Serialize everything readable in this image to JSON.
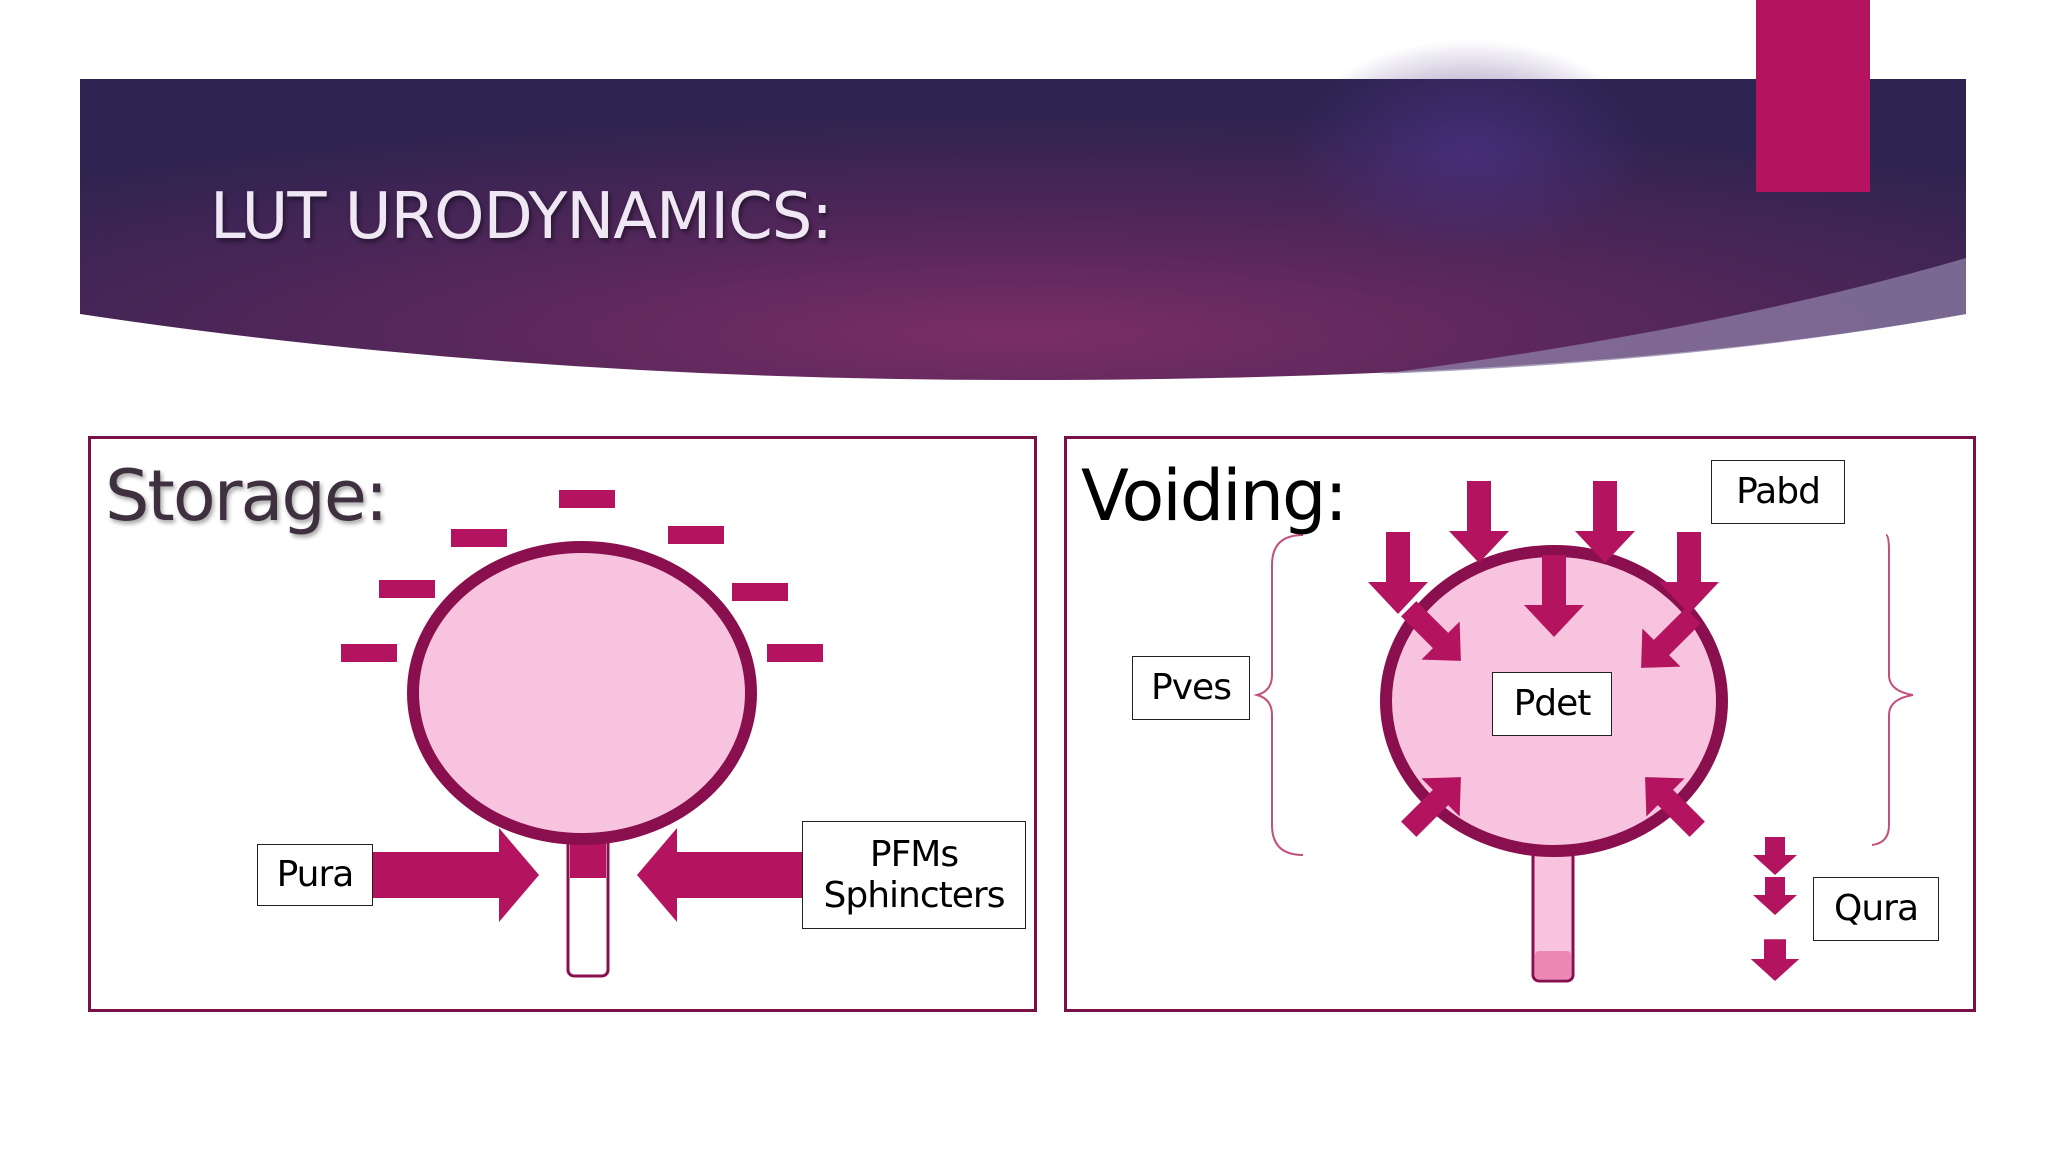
{
  "slide": {
    "title": "LUT URODYNAMICS:"
  },
  "storage": {
    "title": "Storage:",
    "label_pura": "Pura",
    "label_pfms_line1": "PFMs",
    "label_pfms_line2": "Sphincters"
  },
  "voiding": {
    "title": "Voiding:",
    "label_pabd": "Pabd",
    "label_pves": "Pves",
    "label_pdet": "Pdet",
    "label_qura": "Qura"
  },
  "colors": {
    "banner_dark": "#2e2450",
    "banner_mid": "#6a2a5e",
    "accent_magenta": "#b3135f",
    "bladder_fill": "#f8c3df",
    "bladder_outline": "#8a0f4e",
    "arrow": "#b3135f",
    "panel_border": "#7b1045"
  }
}
